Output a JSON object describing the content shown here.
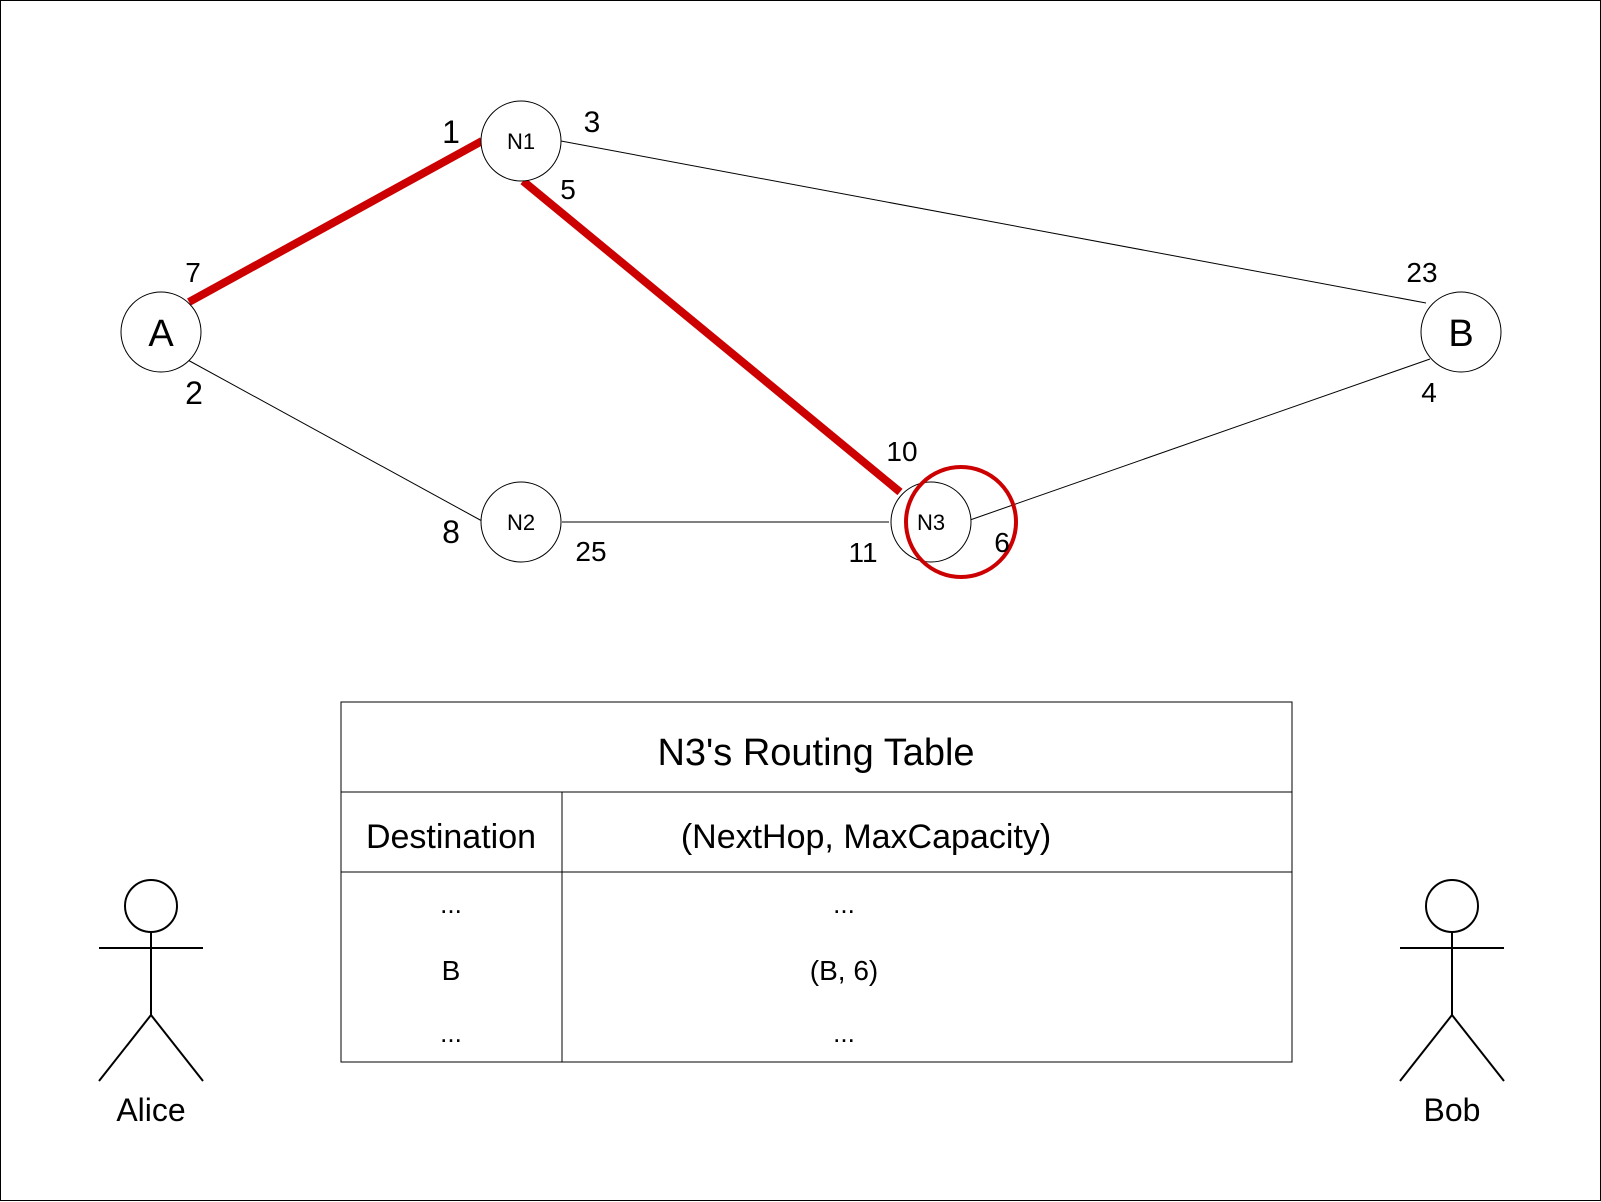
{
  "nodes": {
    "A": "A",
    "B": "B",
    "N1": "N1",
    "N2": "N2",
    "N3": "N3"
  },
  "capacities": {
    "a_n1_at_a": "7",
    "a_n1_at_n1": "1",
    "a_n2_at_a": "2",
    "a_n2_at_n2": "8",
    "n1_b_at_n1": "3",
    "n1_b_at_b": "23",
    "n1_n3_at_n1": "5",
    "n1_n3_at_n3": "10",
    "n2_n3_at_n2": "25",
    "n2_n3_at_n3": "11",
    "n3_b_at_n3": "6",
    "n3_b_at_b": "4"
  },
  "routing_table": {
    "title": "N3's Routing Table",
    "headers": [
      "Destination",
      "(NextHop, MaxCapacity)"
    ],
    "rows": [
      [
        "...",
        "..."
      ],
      [
        "B",
        "(B, 6)"
      ],
      [
        "...",
        "..."
      ]
    ]
  },
  "actors": {
    "left": "Alice",
    "right": "Bob"
  },
  "colors": {
    "highlight": "#cc0000"
  }
}
